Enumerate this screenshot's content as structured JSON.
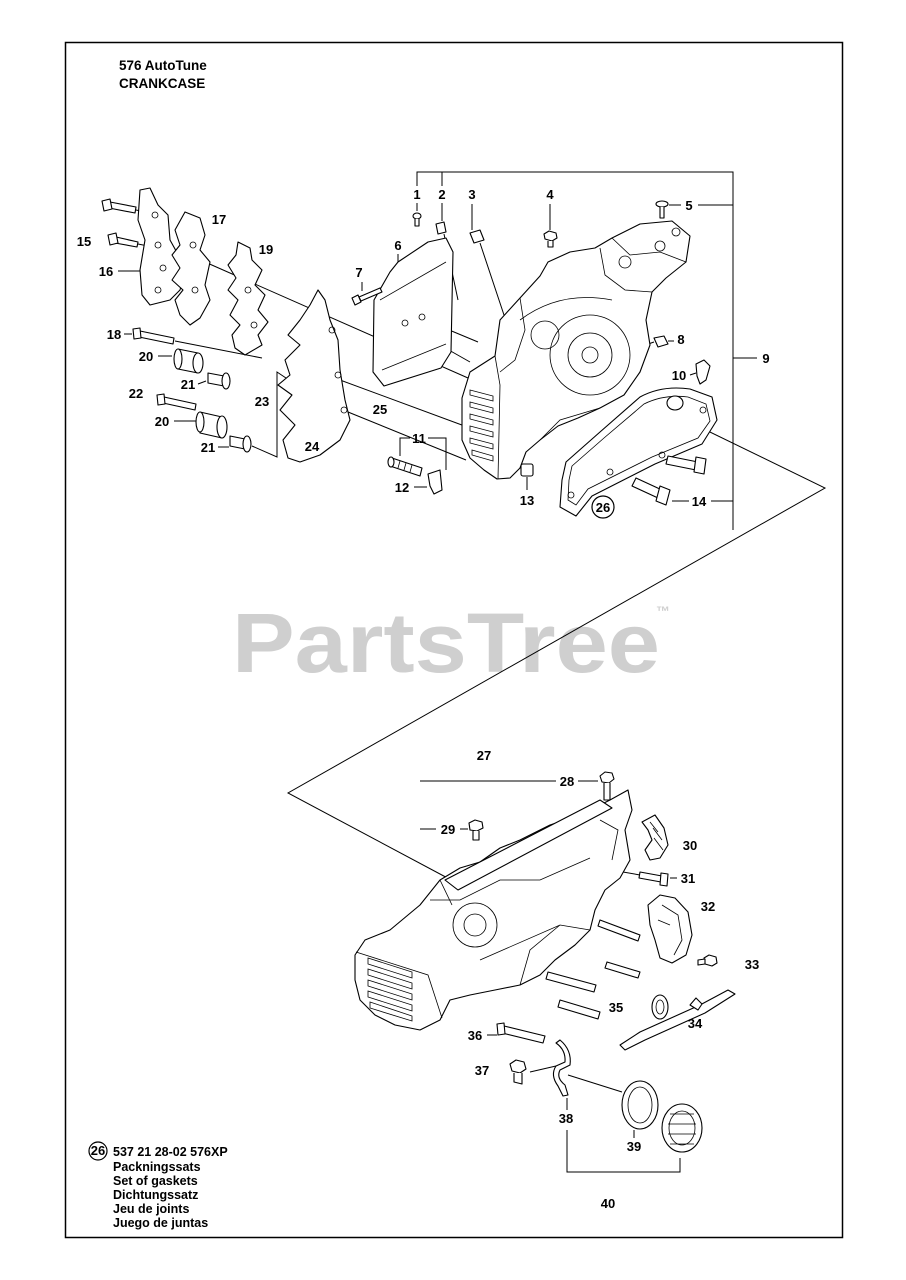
{
  "title": {
    "model": "576 AutoTune",
    "section": "CRANKCASE"
  },
  "watermark": {
    "brand": "PartsTree",
    "trademark": "™"
  },
  "callouts": [
    "1",
    "2",
    "3",
    "4",
    "5",
    "6",
    "7",
    "8",
    "9",
    "10",
    "11",
    "12",
    "13",
    "14",
    "15",
    "16",
    "17",
    "18",
    "19",
    "20",
    "21",
    "22",
    "20",
    "21",
    "23",
    "24",
    "25",
    "26",
    "27",
    "28",
    "29",
    "30",
    "31",
    "32",
    "33",
    "34",
    "35",
    "36",
    "37",
    "38",
    "39",
    "40"
  ],
  "kit": {
    "ref": "26",
    "part_number": "537 21 28-02 576XP",
    "descriptions": [
      "Packningssats",
      "Set of gaskets",
      "Dichtungssatz",
      "Jeu de joints",
      "Juego de juntas"
    ]
  }
}
